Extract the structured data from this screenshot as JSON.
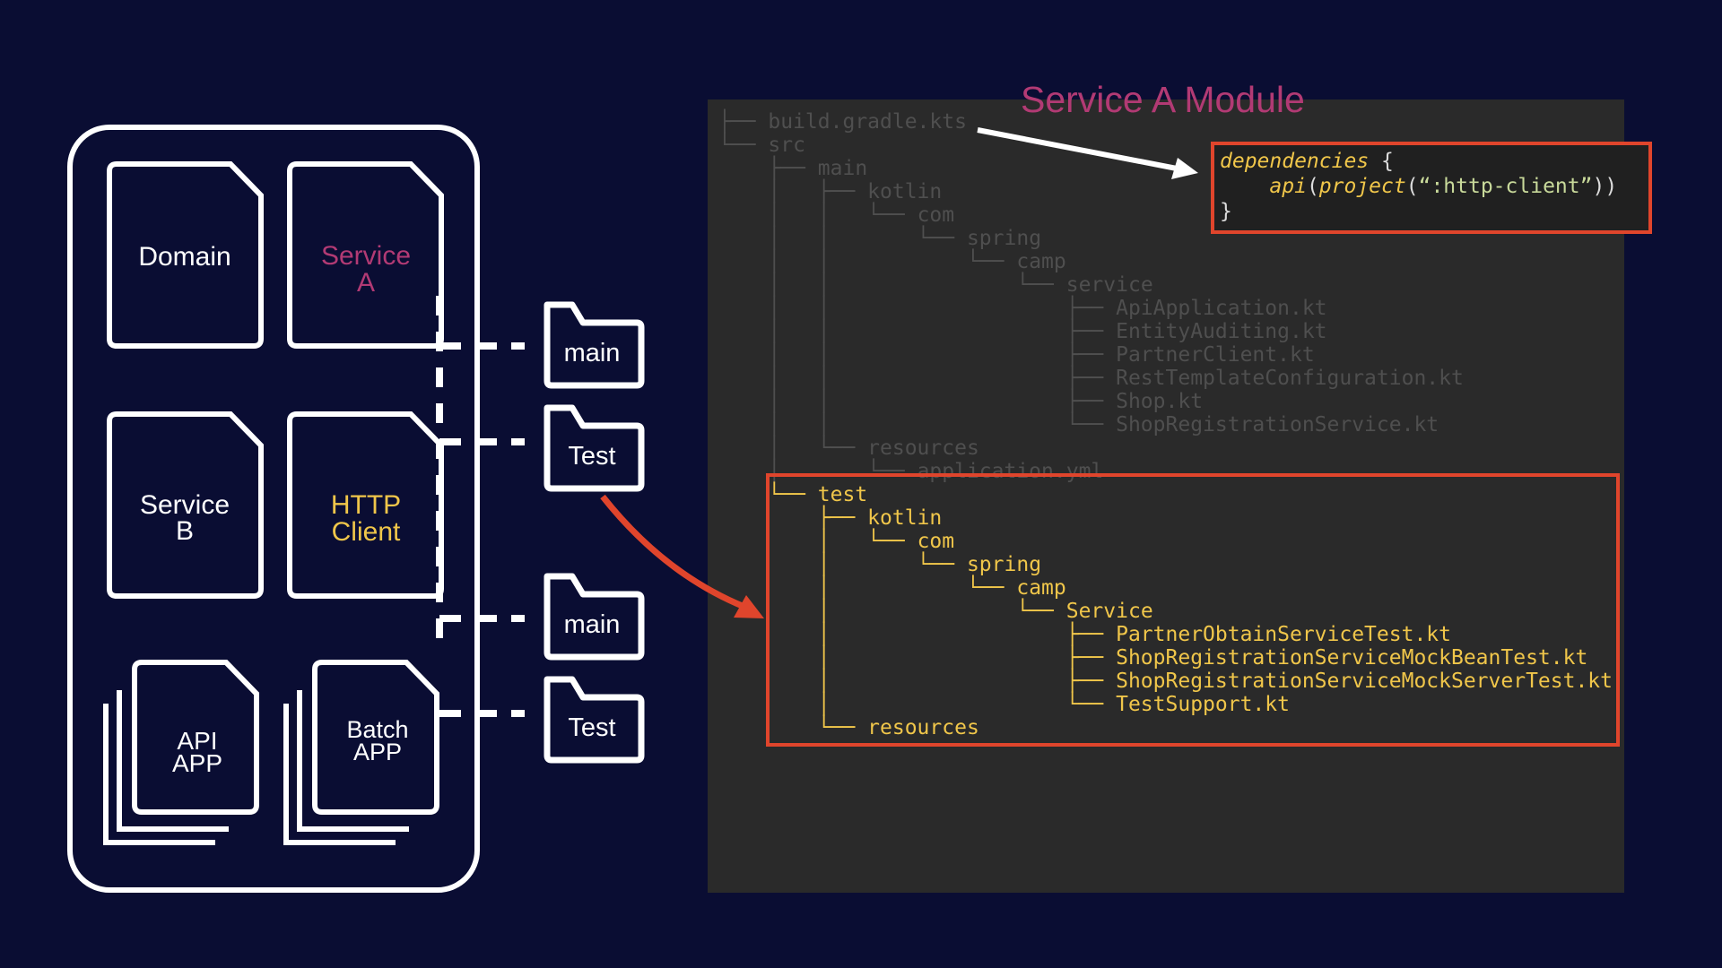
{
  "colors": {
    "background": "#0a0d33",
    "module_title": "#b23a74",
    "highlight_border": "#e0452c",
    "highlight_text": "#f0c64a",
    "dim_text": "#4f4f4f"
  },
  "diagram": {
    "modules": {
      "domain": "Domain",
      "service_a": [
        "Service",
        "A"
      ],
      "service_b": [
        "Service",
        "B"
      ],
      "http_client": [
        "HTTP",
        "Client"
      ],
      "api_app": [
        "API",
        "APP"
      ],
      "batch_app": [
        "Batch",
        "APP"
      ]
    },
    "folders": [
      "main",
      "Test",
      "main",
      "Test"
    ]
  },
  "module_title": "Service A Module",
  "dependencies": {
    "line1_kw": "dependencies",
    "line1_brace": " {",
    "line2_indent": "    ",
    "line2_fn": "api",
    "line2_paren_open": "(",
    "line2_project": "project",
    "line2_paren2": "(",
    "line2_arg": "“:http-client”",
    "line2_close": "))",
    "line3": "}"
  },
  "file_tree": [
    {
      "prefix": "├── ",
      "name": "build.gradle.kts",
      "indent": 0,
      "highlight": false
    },
    {
      "prefix": "└── ",
      "name": "src",
      "indent": 0,
      "highlight": false
    },
    {
      "prefix": "    ├── ",
      "name": "main",
      "indent": 0,
      "highlight": false
    },
    {
      "prefix": "    │   ├── ",
      "name": "kotlin",
      "indent": 0,
      "highlight": false
    },
    {
      "prefix": "    │   │   └── ",
      "name": "com",
      "indent": 0,
      "highlight": false
    },
    {
      "prefix": "    │   │       └── ",
      "name": "spring",
      "indent": 0,
      "highlight": false
    },
    {
      "prefix": "    │   │           └── ",
      "name": "camp",
      "indent": 0,
      "highlight": false
    },
    {
      "prefix": "    │   │               └── ",
      "name": "service",
      "indent": 0,
      "highlight": false
    },
    {
      "prefix": "    │   │                   ├── ",
      "name": "ApiApplication.kt",
      "indent": 0,
      "highlight": false
    },
    {
      "prefix": "    │   │                   ├── ",
      "name": "EntityAuditing.kt",
      "indent": 0,
      "highlight": false
    },
    {
      "prefix": "    │   │                   ├── ",
      "name": "PartnerClient.kt",
      "indent": 0,
      "highlight": false
    },
    {
      "prefix": "    │   │                   ├── ",
      "name": "RestTemplateConfiguration.kt",
      "indent": 0,
      "highlight": false
    },
    {
      "prefix": "    │   │                   ├── ",
      "name": "Shop.kt",
      "indent": 0,
      "highlight": false
    },
    {
      "prefix": "    │   │                   └── ",
      "name": "ShopRegistrationService.kt",
      "indent": 0,
      "highlight": false
    },
    {
      "prefix": "    │   └── ",
      "name": "resources",
      "indent": 0,
      "highlight": false
    },
    {
      "prefix": "    │       └── ",
      "name": "application.yml",
      "indent": 0,
      "highlight": false
    },
    {
      "prefix": "    └── ",
      "name": "test",
      "indent": 0,
      "highlight": true
    },
    {
      "prefix": "        ├── ",
      "name": "kotlin",
      "indent": 0,
      "highlight": true
    },
    {
      "prefix": "        │   └── ",
      "name": "com",
      "indent": 0,
      "highlight": true
    },
    {
      "prefix": "        │       └── ",
      "name": "spring",
      "indent": 0,
      "highlight": true
    },
    {
      "prefix": "        │           └── ",
      "name": "camp",
      "indent": 0,
      "highlight": true
    },
    {
      "prefix": "        │               └── ",
      "name": "Service",
      "indent": 0,
      "highlight": true
    },
    {
      "prefix": "        │                   ├── ",
      "name": "PartnerObtainServiceTest.kt",
      "indent": 0,
      "highlight": true
    },
    {
      "prefix": "        │                   ├── ",
      "name": "ShopRegistrationServiceMockBeanTest.kt",
      "indent": 0,
      "highlight": true
    },
    {
      "prefix": "        │                   ├── ",
      "name": "ShopRegistrationServiceMockServerTest.kt",
      "indent": 0,
      "highlight": true
    },
    {
      "prefix": "        │                   └── ",
      "name": "TestSupport.kt",
      "indent": 0,
      "highlight": true
    },
    {
      "prefix": "        └── ",
      "name": "resources",
      "indent": 0,
      "highlight": true
    }
  ]
}
